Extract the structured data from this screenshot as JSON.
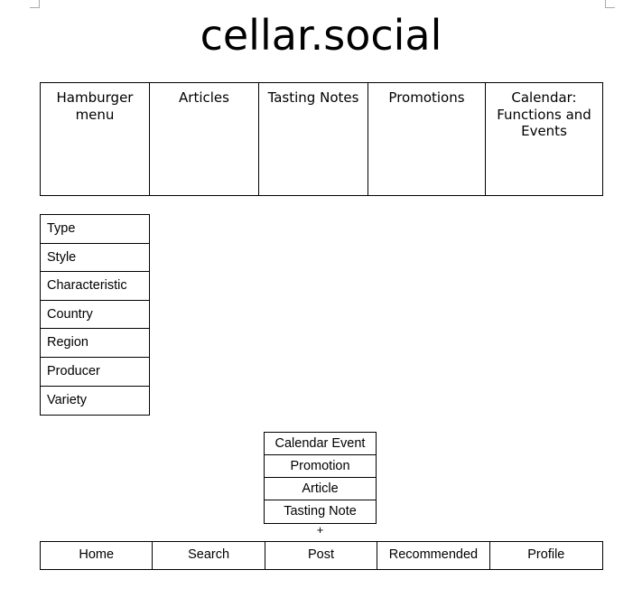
{
  "site": {
    "title": "cellar.social"
  },
  "top_nav": [
    {
      "label": "Hamburger menu"
    },
    {
      "label": "Articles"
    },
    {
      "label": "Tasting Notes"
    },
    {
      "label": "Promotions"
    },
    {
      "label": "Calendar: Functions and Events"
    }
  ],
  "filters": [
    {
      "label": "Type"
    },
    {
      "label": "Style"
    },
    {
      "label": "Characteristic"
    },
    {
      "label": "Country"
    },
    {
      "label": "Region"
    },
    {
      "label": "Producer"
    },
    {
      "label": "Variety"
    }
  ],
  "post_menu": [
    {
      "label": "Calendar Event"
    },
    {
      "label": "Promotion"
    },
    {
      "label": "Article"
    },
    {
      "label": "Tasting Note"
    }
  ],
  "post_plus": {
    "label": "+",
    "icon": "plus-icon"
  },
  "bottom_nav": [
    {
      "label": "Home"
    },
    {
      "label": "Search"
    },
    {
      "label": "Post"
    },
    {
      "label": "Recommended"
    },
    {
      "label": "Profile"
    }
  ]
}
